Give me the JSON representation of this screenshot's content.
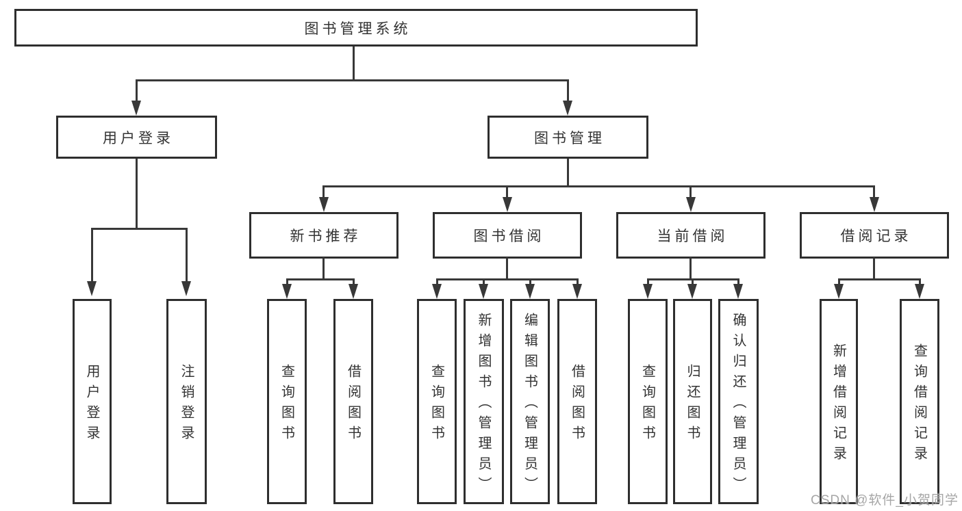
{
  "diagram": {
    "root": {
      "label": "图书管理系统"
    },
    "level2": [
      {
        "label": "用户登录"
      },
      {
        "label": "图书管理"
      }
    ],
    "level3": [
      {
        "label": "新书推荐"
      },
      {
        "label": "图书借阅"
      },
      {
        "label": "当前借阅"
      },
      {
        "label": "借阅记录"
      }
    ],
    "leaves": {
      "user_login_children": [
        {
          "label": "用户登录"
        },
        {
          "label": "注销登录"
        }
      ],
      "new_book_children": [
        {
          "label": "查询图书"
        },
        {
          "label": "借阅图书"
        }
      ],
      "book_borrow_children": [
        {
          "label": "查询图书"
        },
        {
          "label": "新增图书（管理员）"
        },
        {
          "label": "编辑图书（管理员）"
        },
        {
          "label": "借阅图书"
        }
      ],
      "current_borrow_children": [
        {
          "label": "查询图书"
        },
        {
          "label": "归还图书"
        },
        {
          "label": "确认归还（管理员）"
        }
      ],
      "borrow_record_children": [
        {
          "label": "新增借阅记录"
        },
        {
          "label": "查询借阅记录"
        }
      ]
    }
  },
  "watermark": {
    "text": "CSDN @软件_小贺同学"
  },
  "colors": {
    "line": "#383838",
    "border": "#2e2e2e",
    "text": "#333333",
    "background": "#ffffff",
    "watermark": "#9a9a9a"
  }
}
